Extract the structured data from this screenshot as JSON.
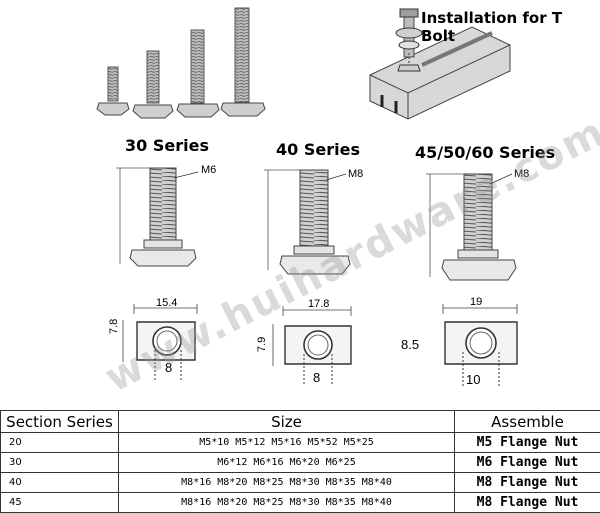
{
  "installation_title": "Installation for T Bolt",
  "series": [
    {
      "name": "30 Series",
      "thread": "M6",
      "width": "15.4",
      "height": "7.8",
      "slot": "8"
    },
    {
      "name": "40 Series",
      "thread": "M8",
      "width": "17.8",
      "height": "7.9",
      "slot": "8"
    },
    {
      "name": "45/50/60 Series",
      "thread": "M8",
      "width": "19",
      "height": "8.5",
      "slot": "10"
    }
  ],
  "watermark": "www.huihardware.com",
  "table": {
    "headers": [
      "Section Series",
      "Size",
      "Assemble"
    ],
    "rows": [
      {
        "series": "20",
        "size": "M5*10  M5*12  M5*16  M5*52  M5*25",
        "assemble": "M5 Flange Nut"
      },
      {
        "series": "30",
        "size": "M6*12  M6*16  M6*20  M6*25",
        "assemble": "M6 Flange Nut"
      },
      {
        "series": "40",
        "size": "M8*16  M8*20  M8*25  M8*30  M8*35  M8*40",
        "assemble": "M8 Flange Nut"
      },
      {
        "series": "45",
        "size": "M8*16  M8*20  M8*25  M8*30  M8*35  M8*40",
        "assemble": "M8 Flange Nut"
      }
    ]
  }
}
